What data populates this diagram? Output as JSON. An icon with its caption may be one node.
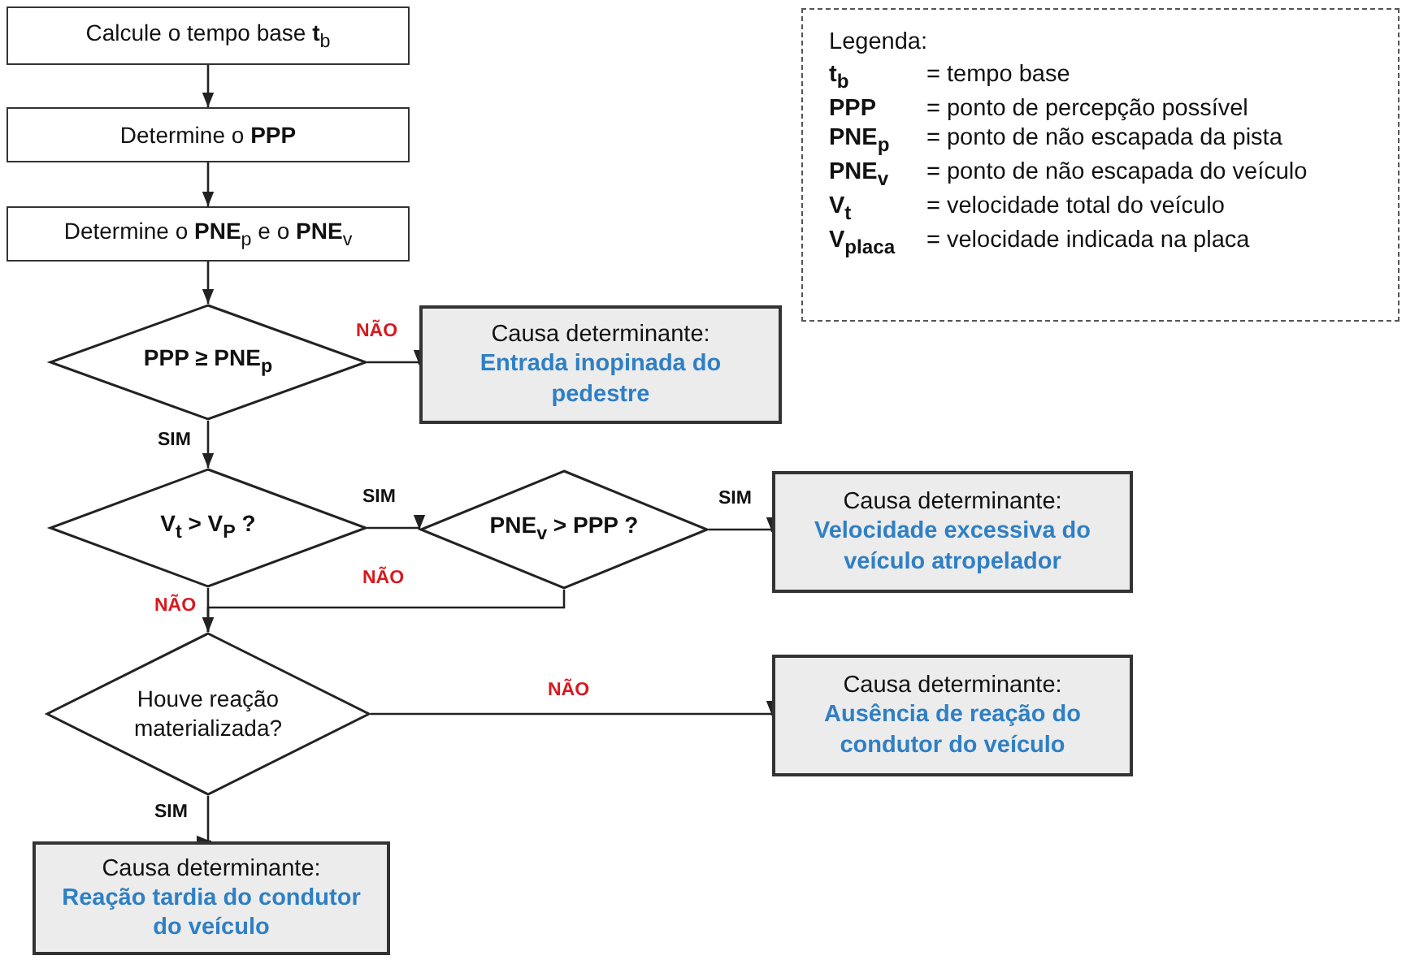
{
  "diagram": {
    "nodes": [
      {
        "text": [
          "Calcule o tempo base **t**$_{b}$"
        ]
      },
      {
        "text": [
          "Determine o **PPP**"
        ]
      },
      {
        "text": [
          "Determine o **PNE**$_{p}$ e o **PNE**$_{v}$"
        ]
      },
      {
        "text": [
          "PPP ≥ PNE$_{p}$"
        ]
      },
      {
        "text": [
          "Causa determinante:",
          "Entrada inopinada do pedestre"
        ]
      },
      {
        "text": [
          "V$_{t}$ > V$_{P}$ ?"
        ]
      },
      {
        "text": [
          "PNE$_{v}$ > PPP ?"
        ]
      },
      {
        "text": [
          "Causa determinante:",
          "Velocidade excessiva do veículo atropelador"
        ]
      },
      {
        "text": [
          "Houve reação materializada?"
        ]
      },
      {
        "text": [
          "Causa determinante:",
          "Ausência de reação do condutor do veículo"
        ]
      },
      {
        "text": [
          "Causa determinante:",
          "Reação tardia do condutor do veículo"
        ]
      },
      {
        "text": [
          "Legenda:",
          "t$_{b}$",
          "= tempo base",
          "PPP",
          "= ponto de percepção possível",
          "PNE$_{p}$",
          "= ponto de não escapada da pista",
          "PNE$_{v}$",
          "= ponto de não escapada do veículo",
          "V$_{t}$",
          "= velocidade total do veículo",
          "V$_{placa}$",
          "= velocidade indicada na placa"
        ]
      }
    ],
    "edges": [
      {
        "from": 0,
        "to": 1,
        "arrow": "to"
      },
      {
        "from": 1,
        "to": 2,
        "arrow": "to"
      },
      {
        "from": 2,
        "to": 3,
        "arrow": "to"
      },
      {
        "from": 3,
        "to": 4,
        "arrow": "to",
        "label": "NÃO"
      },
      {
        "from": 3,
        "to": 5,
        "arrow": "to",
        "label": "SIM"
      },
      {
        "from": 5,
        "to": 6,
        "arrow": "to",
        "label": "SIM"
      },
      {
        "from": 6,
        "to": 7,
        "arrow": "to",
        "label": "SIM"
      },
      {
        "from": 6,
        "to": 8,
        "arrow": "to",
        "label": "NÃO"
      },
      {
        "from": 5,
        "to": 8,
        "arrow": "to",
        "label": "NÃO"
      },
      {
        "from": 8,
        "to": 9,
        "arrow": "to",
        "label": "NÃO"
      },
      {
        "from": 8,
        "to": 10,
        "arrow": "to",
        "label": "SIM"
      }
    ]
  }
}
